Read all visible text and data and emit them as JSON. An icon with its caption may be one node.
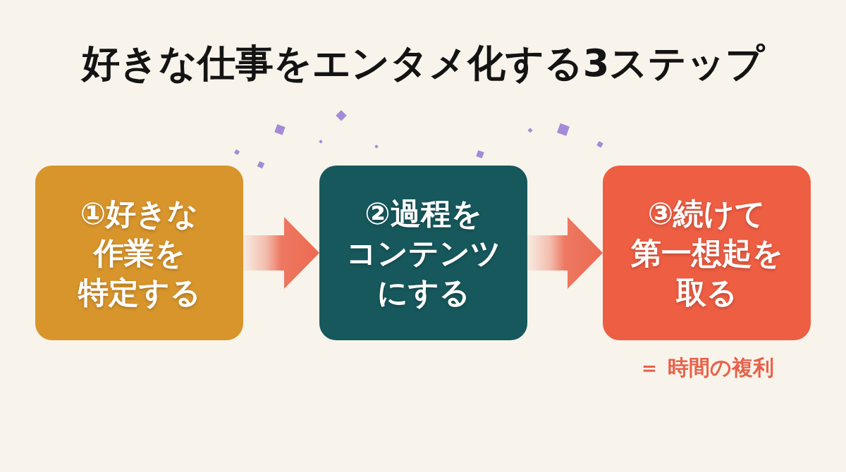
{
  "diagram": {
    "title": "好きな仕事をエンタメ化する3ステップ",
    "nodes": [
      {
        "text": [
          "①好きな作業を特定する"
        ]
      },
      {
        "text": [
          "②過程をコンテンツにする"
        ]
      },
      {
        "text": [
          "③続けて第一想起を取る"
        ],
        "beside": [
          "＝ 時間の複利"
        ]
      }
    ],
    "edges": [
      {
        "from": 0,
        "to": 1,
        "arrow": "to"
      },
      {
        "from": 1,
        "to": 2,
        "arrow": "to"
      }
    ]
  }
}
